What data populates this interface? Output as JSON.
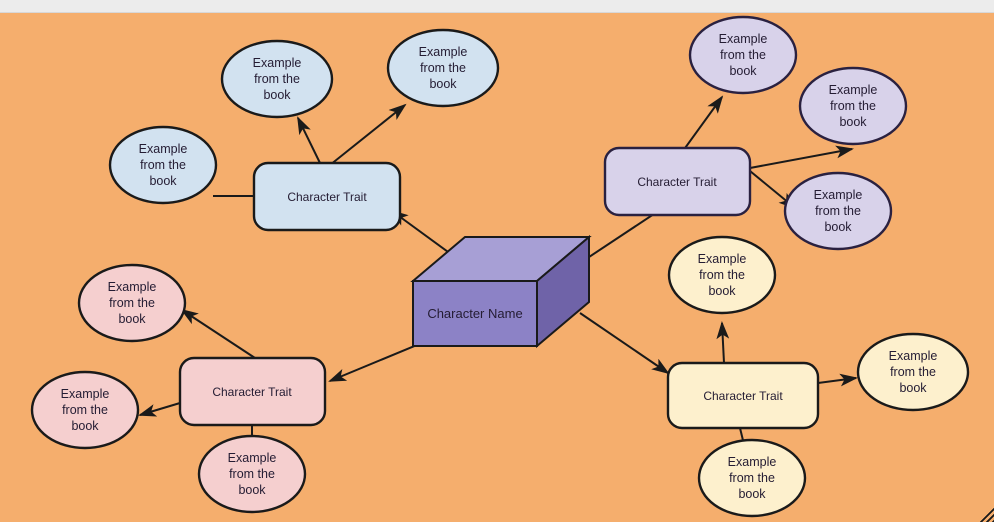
{
  "window": {
    "background_color": "#ececec",
    "canvas_color": "#f5ae6d"
  },
  "diagram": {
    "type": "character-web-graphic-organizer",
    "center": {
      "label": "Character Name",
      "shape": "3d-box",
      "colors": {
        "front": "#8c82c6",
        "top": "#a79fd5",
        "side": "#6f63a8",
        "stroke": "#1a1a1a"
      }
    },
    "clusters": [
      {
        "id": "cluster-blue",
        "position": "top-left",
        "colors": {
          "fill": "#d2e2f0",
          "stroke": "#1a1a1a"
        },
        "trait": {
          "label": "Character Trait"
        },
        "examples": [
          {
            "label": "Example from the book"
          },
          {
            "label": "Example from the book"
          },
          {
            "label": "Example from the book"
          }
        ]
      },
      {
        "id": "cluster-purple",
        "position": "top-right",
        "colors": {
          "fill": "#d8d2ea",
          "stroke": "#2a2140"
        },
        "trait": {
          "label": "Character Trait"
        },
        "examples": [
          {
            "label": "Example from the book"
          },
          {
            "label": "Example from the book"
          },
          {
            "label": "Example from the book"
          }
        ]
      },
      {
        "id": "cluster-pink",
        "position": "bottom-left",
        "colors": {
          "fill": "#f5cfcf",
          "stroke": "#1a1a1a"
        },
        "trait": {
          "label": "Character Trait"
        },
        "examples": [
          {
            "label": "Example from the book"
          },
          {
            "label": "Example from the book"
          },
          {
            "label": "Example from the book"
          }
        ]
      },
      {
        "id": "cluster-cream",
        "position": "bottom-right",
        "colors": {
          "fill": "#fdf0cd",
          "stroke": "#1a1a1a"
        },
        "trait": {
          "label": "Character Trait"
        },
        "examples": [
          {
            "label": "Example from the book"
          },
          {
            "label": "Example from the book"
          },
          {
            "label": "Example from the book"
          }
        ]
      }
    ]
  },
  "text_lines": {
    "example_line1": "Example",
    "example_line2": "from the",
    "example_line3": "book"
  }
}
